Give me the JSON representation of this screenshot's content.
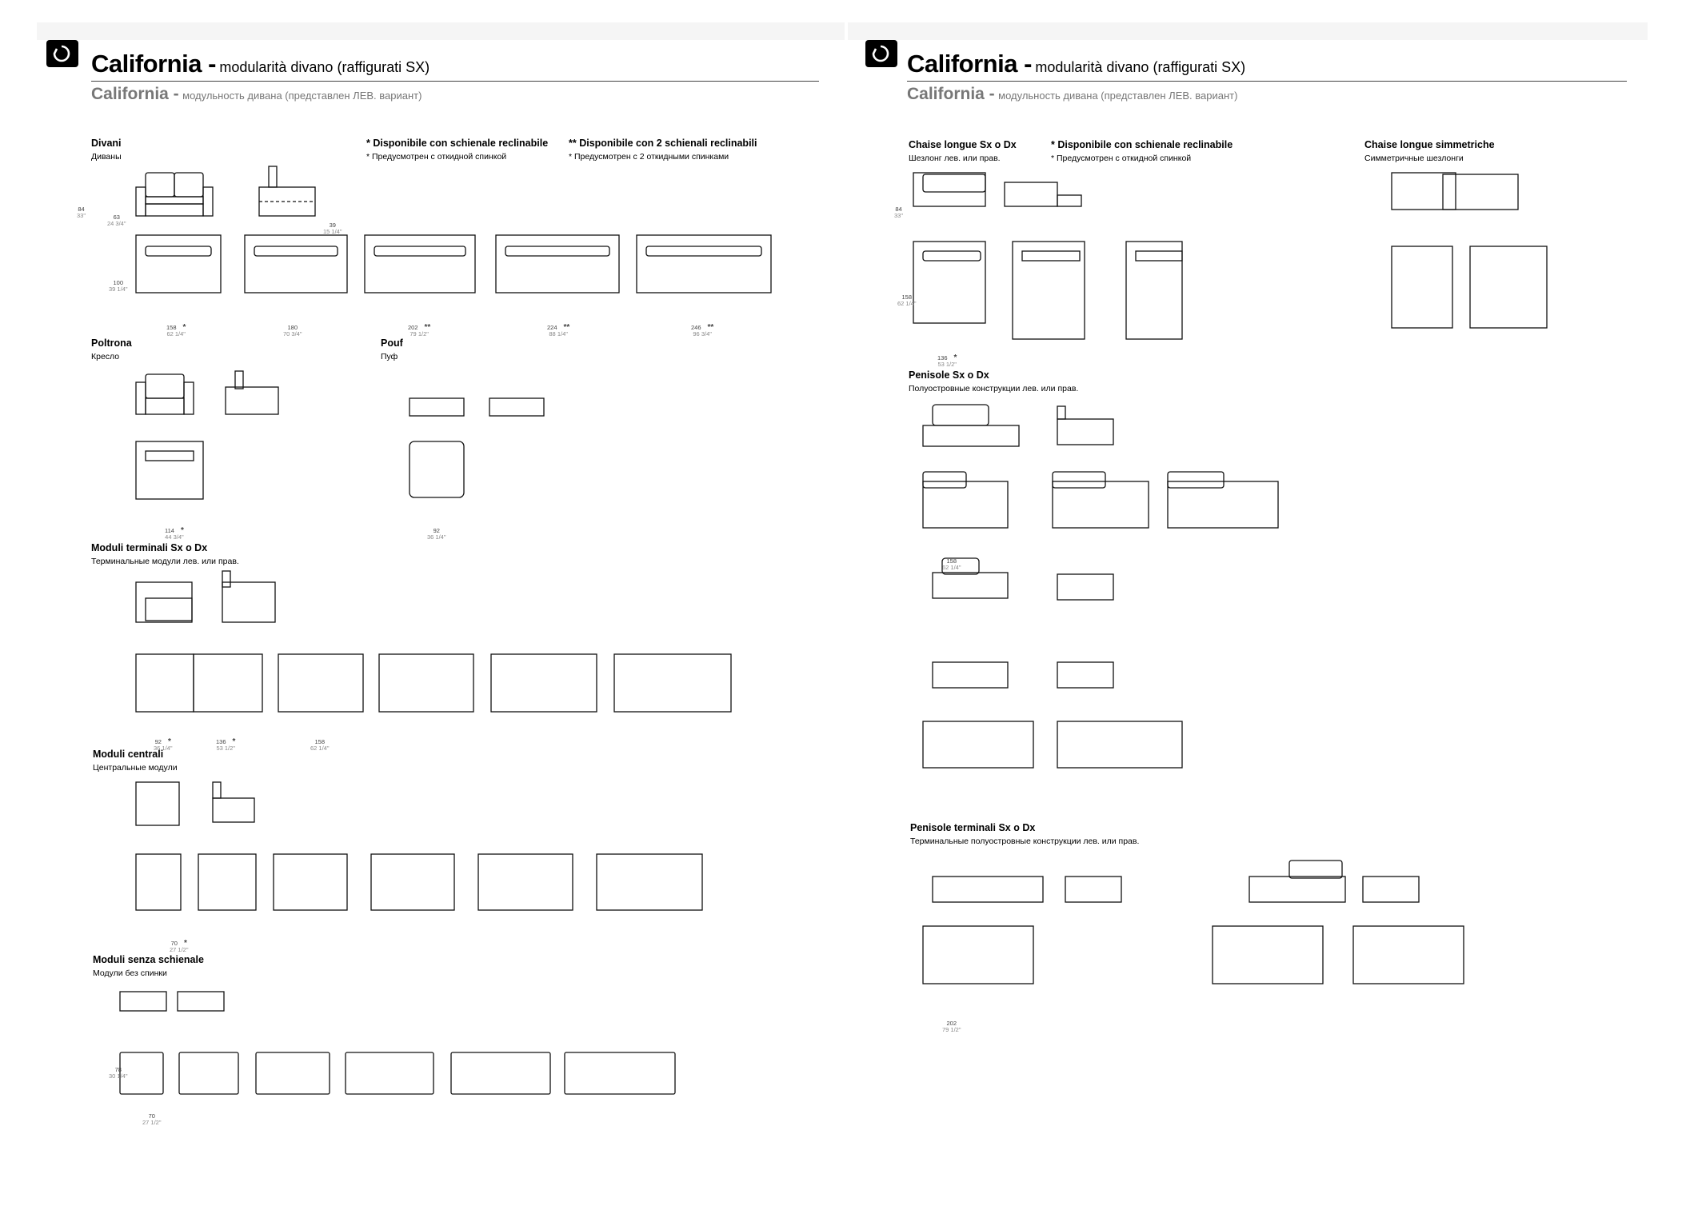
{
  "left": {
    "title": "California -",
    "title_small": "modularità divano (raffigurati SX)",
    "subtitle": "California -",
    "subtitle_small": "модульность дивана (представлен ЛЕВ. вариант)",
    "sections": {
      "divani": {
        "it": "Divani",
        "ru": "Диваны"
      },
      "note1": {
        "it": "* Disponibile con schienale reclinabile",
        "ru": "* Предусмотрен с откидной спинкой"
      },
      "note2": {
        "it": "** Disponibile con 2 schienali reclinabili",
        "ru": "* Предусмотрен с 2 откидными спинками"
      },
      "poltrona": {
        "it": "Poltrona",
        "ru": "Кресло"
      },
      "pouf": {
        "it": "Pouf",
        "ru": "Пуф"
      },
      "terminali": {
        "it": "Moduli terminali Sx o Dx",
        "ru": "Терминальные модули лев. или прав."
      },
      "centrali": {
        "it": "Moduli centrali",
        "ru": "Центральные модули"
      },
      "senza": {
        "it": "Moduli senza schienale",
        "ru": "Модули без спинки"
      }
    },
    "dims": {
      "h84": "84",
      "h84in": "33\"",
      "h63": "63",
      "h63in": "24 3/4\"",
      "h39": "39",
      "h39in": "15 1/4\"",
      "d100": "100",
      "d100in": "39 1/4\"",
      "d78": "78",
      "d78in": "30 1/4\"",
      "w158": "158",
      "w158in": "62 1/4\"",
      "w180": "180",
      "w180in": "70 3/4\"",
      "w202": "202",
      "w202in": "79 1/2\"",
      "w224": "224",
      "w224in": "88 1/4\"",
      "w246": "246",
      "w246in": "96 3/4\"",
      "w114": "114",
      "w114in": "44 3/4\"",
      "w92": "92",
      "w92in": "36 1/4\"",
      "w136": "136",
      "w136in": "53 1/2\"",
      "w70": "70",
      "w70in": "27 1/2\"",
      "s1": "*",
      "s2": "**"
    }
  },
  "right": {
    "title": "California -",
    "title_small": "modularità divano (raffigurati SX)",
    "subtitle": "California -",
    "subtitle_small": "модульность дивана (представлен ЛЕВ. вариант)",
    "sections": {
      "chaise": {
        "it": "Chaise longue Sx o Dx",
        "ru": "Шезлонг лев. или прав."
      },
      "note1": {
        "it": "* Disponibile con schienale reclinabile",
        "ru": "* Предусмотрен с откидной спинкой"
      },
      "simm": {
        "it": "Chaise longue simmetriche",
        "ru": "Симметричные шезлонги"
      },
      "penisole": {
        "it": "Penisole Sx o Dx",
        "ru": "Полуостровные конструкции лев. или прав."
      },
      "penterm": {
        "it": "Penisole terminali Sx o Dx",
        "ru": "Терминальные  полуостровные конструкции лев. или прав."
      }
    }
  }
}
